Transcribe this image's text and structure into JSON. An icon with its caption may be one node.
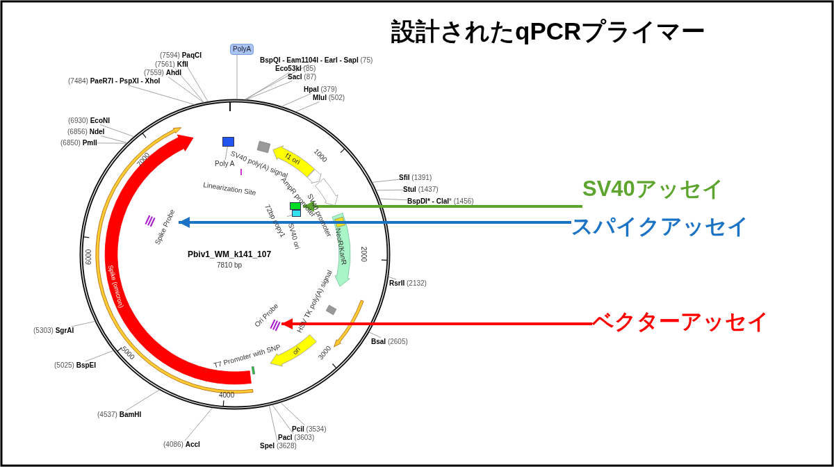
{
  "diagram": {
    "title": "設計されたqPCRプライマー",
    "nodes": [
      {
        "text": [
          "SV40アッセイ"
        ]
      },
      {
        "text": [
          "スパイクアッセイ"
        ]
      },
      {
        "text": [
          "ベクターアッセイ"
        ]
      },
      {
        "text": [],
        "shape": "box"
      },
      {
        "text": [
          "Spike Probe"
        ]
      },
      {
        "text": [
          "Ori Probe"
        ]
      },
      {
        "text": [
          "PolyA"
        ]
      },
      {
        "text": [
          "Poly A"
        ]
      },
      {
        "text": [],
        "shape": "box"
      },
      {
        "text": [
          "72bp copy1"
        ]
      },
      {
        "text": [],
        "shape": "box"
      },
      {
        "text": [
          "(7594) **PaqCI**"
        ]
      },
      {
        "text": [
          "(7561) **KflI**"
        ]
      },
      {
        "text": [
          "(7559) **AhdI**"
        ]
      },
      {
        "text": [
          "(7484) **PaeR7I - PspXI - XhoI**"
        ]
      },
      {
        "text": [
          "**BspQI - Eam1104I - EarI - SapI** (75)"
        ]
      },
      {
        "text": [
          "**Eco53kI** (85)"
        ]
      },
      {
        "text": [
          "**SacI** (87)"
        ]
      },
      {
        "text": [
          "**HpaI** (379)"
        ]
      },
      {
        "text": [
          "**MluI** (502)"
        ]
      },
      {
        "text": [
          "(6930) **EcoNI**"
        ]
      },
      {
        "text": [
          "(6856) **NdeI**"
        ]
      },
      {
        "text": [
          "(6850) **PmlI**"
        ]
      },
      {
        "text": [
          "**SfiI** (1391)"
        ]
      },
      {
        "text": [
          "**StuI** (1437)"
        ]
      },
      {
        "text": [
          "**BspDI* - ClaI*** (1456)"
        ]
      },
      {
        "text": [
          "**RsrII** (2132)"
        ]
      },
      {
        "text": [
          "**BsaI** (2605)"
        ]
      },
      {
        "text": [
          "(5303) **SgrAI**"
        ]
      },
      {
        "text": [
          "(5025) **BspEI**"
        ]
      },
      {
        "text": [
          "(4537) **BamHI**"
        ]
      },
      {
        "text": [
          "(4086) **AccI**"
        ]
      },
      {
        "text": [
          "**PciI** (3534)"
        ]
      },
      {
        "text": [
          "**PacI** (3603)"
        ]
      },
      {
        "text": [
          "**SpeI** (3628)"
        ]
      }
    ],
    "edges": [
      {
        "from": 0,
        "to": 3,
        "arrow": "to",
        "style": "thick",
        "color": "#5ea52f"
      },
      {
        "from": 1,
        "to": 4,
        "arrow": "to",
        "style": "thick",
        "color": "#1a73c4"
      },
      {
        "from": 2,
        "to": 5,
        "arrow": "to",
        "style": "thick",
        "color": "#ff0000"
      },
      {
        "from": 6,
        "to": null,
        "arrow": "none"
      },
      {
        "from": 7,
        "to": 8,
        "arrow": "none"
      },
      {
        "from": 9,
        "to": 10,
        "arrow": "none"
      },
      {
        "from": 11,
        "to": null,
        "arrow": "none"
      },
      {
        "from": 12,
        "to": null,
        "arrow": "none"
      },
      {
        "from": 13,
        "to": null,
        "arrow": "none"
      },
      {
        "from": 14,
        "to": null,
        "arrow": "none"
      },
      {
        "from": 15,
        "to": null,
        "arrow": "none"
      },
      {
        "from": 16,
        "to": null,
        "arrow": "none"
      },
      {
        "from": 17,
        "to": null,
        "arrow": "none"
      },
      {
        "from": 18,
        "to": null,
        "arrow": "none"
      },
      {
        "from": 19,
        "to": null,
        "arrow": "none"
      },
      {
        "from": 20,
        "to": null,
        "arrow": "none"
      },
      {
        "from": 21,
        "to": null,
        "arrow": "none"
      },
      {
        "from": 22,
        "to": null,
        "arrow": "none"
      },
      {
        "from": 23,
        "to": null,
        "arrow": "none"
      },
      {
        "from": 24,
        "to": null,
        "arrow": "none"
      },
      {
        "from": 25,
        "to": null,
        "arrow": "none"
      },
      {
        "from": 26,
        "to": null,
        "arrow": "none"
      },
      {
        "from": 27,
        "to": null,
        "arrow": "none"
      },
      {
        "from": 28,
        "to": null,
        "arrow": "none"
      },
      {
        "from": 29,
        "to": null,
        "arrow": "none"
      },
      {
        "from": 30,
        "to": null,
        "arrow": "none"
      },
      {
        "from": 31,
        "to": null,
        "arrow": "none"
      },
      {
        "from": 32,
        "to": null,
        "arrow": "none"
      },
      {
        "from": 33,
        "to": null,
        "arrow": "none"
      },
      {
        "from": 34,
        "to": null,
        "arrow": "none"
      }
    ],
    "labels": [
      "SV40 poly(A) signal",
      "f1 ori",
      "AmpR promoter",
      "SV40 promoter",
      "Linearization Site",
      "SV40 ori",
      "NeoR/KanR",
      "HSV TK poly(A) signal",
      "ori",
      "T7 Promoter with SNP",
      "Spike (omicron)",
      "Pbiv1_WM_k141_107",
      "7810 bp",
      "1000",
      "2000",
      "3000",
      "4000",
      "5000",
      "6000",
      "7000"
    ]
  }
}
